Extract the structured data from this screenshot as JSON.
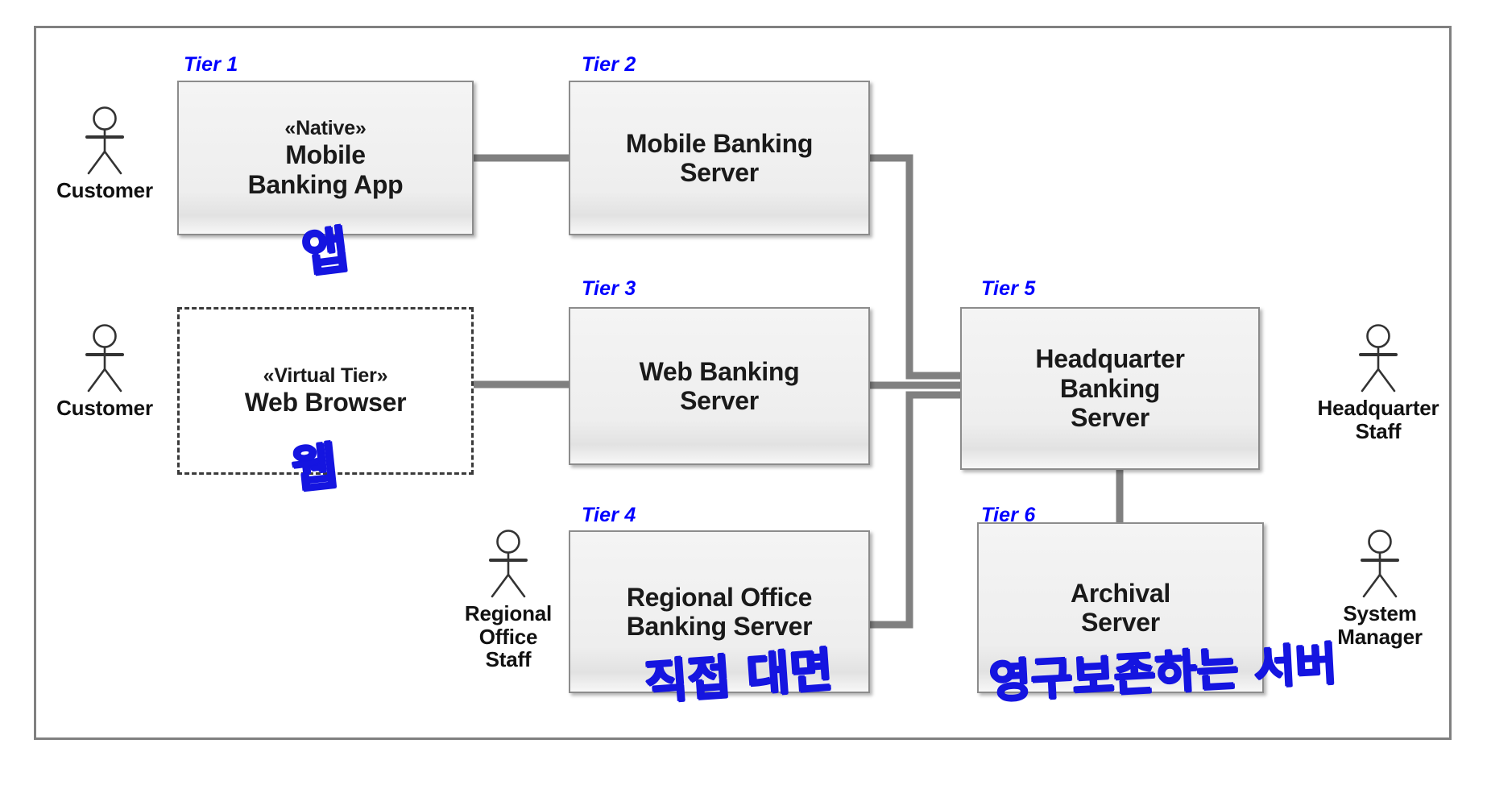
{
  "diagram": {
    "type": "uml-deployment-diagram",
    "frame_border_color": "#808080",
    "connector_color": "#808080",
    "tier_label_color": "#0000FF",
    "annotation_color": "#1515E0",
    "node_fill": "#F0F0F0",
    "node_border": "#8C8C8C"
  },
  "tiers": {
    "t1": "Tier 1",
    "t2": "Tier 2",
    "t3": "Tier 3",
    "t4": "Tier 4",
    "t5": "Tier 5",
    "t6": "Tier 6"
  },
  "nodes": {
    "mobile_app": {
      "stereotype": "«Native»",
      "title": "Mobile\nBanking App",
      "tier": "Tier 1",
      "style": "solid"
    },
    "mobile_server": {
      "stereotype": "",
      "title": "Mobile Banking\nServer",
      "tier": "Tier 2",
      "style": "solid"
    },
    "web_browser": {
      "stereotype": "«Virtual Tier»",
      "title": "Web Browser",
      "tier": "",
      "style": "dashed"
    },
    "web_server": {
      "stereotype": "",
      "title": "Web Banking\nServer",
      "tier": "Tier 3",
      "style": "solid"
    },
    "regional": {
      "stereotype": "",
      "title": "Regional Office\nBanking Server",
      "tier": "Tier 4",
      "style": "solid"
    },
    "headquarter": {
      "stereotype": "",
      "title": "Headquarter\nBanking\nServer",
      "tier": "Tier 5",
      "style": "solid"
    },
    "archival": {
      "stereotype": "",
      "title": "Archival\nServer",
      "tier": "Tier 6",
      "style": "solid"
    }
  },
  "actors": {
    "customer_mobile": {
      "name": "Customer",
      "icon": "actor-stick-figure-icon"
    },
    "customer_web": {
      "name": "Customer",
      "icon": "actor-stick-figure-icon"
    },
    "regional_staff": {
      "name": "Regional\nOffice\nStaff",
      "icon": "actor-stick-figure-icon"
    },
    "hq_staff": {
      "name": "Headquarter\nStaff",
      "icon": "actor-stick-figure-icon"
    },
    "system_manager": {
      "name": "System\nManager",
      "icon": "actor-stick-figure-icon"
    }
  },
  "annotations": {
    "app": "앱",
    "web": "웹",
    "regional": "직접 대면",
    "archival": "영구보존하는 서버"
  }
}
